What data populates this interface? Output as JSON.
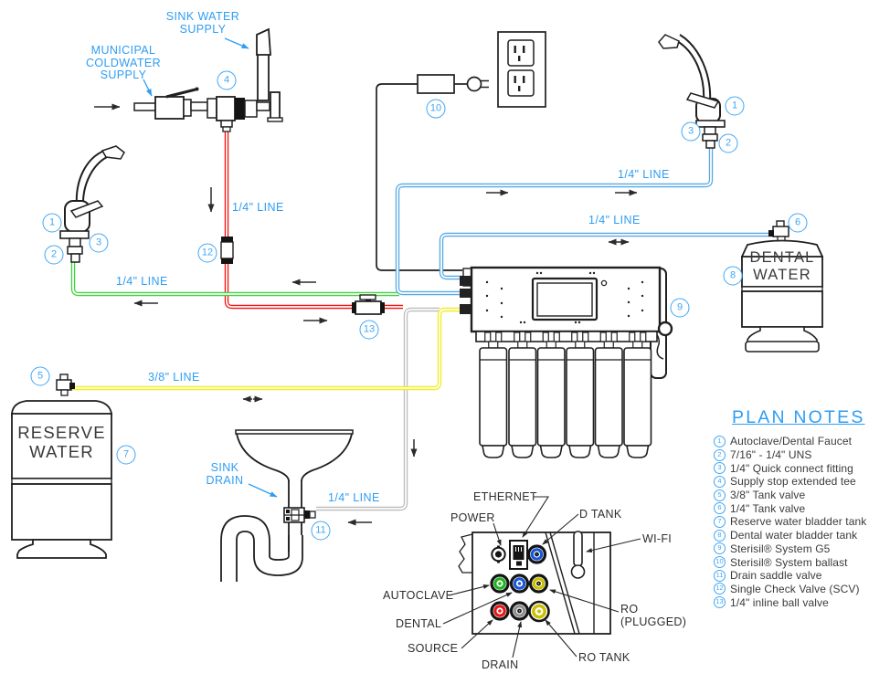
{
  "labels": {
    "sink_water_supply": [
      "SINK WATER",
      "SUPPLY"
    ],
    "municipal_supply": [
      "MUNICIPAL",
      "COLDWATER",
      "SUPPLY"
    ],
    "sink_drain": [
      "SINK",
      "DRAIN"
    ],
    "quarter_line": "1/4\" LINE",
    "three_eighths_line": "3/8\" LINE"
  },
  "tanks": {
    "dental": [
      "DENTAL",
      "WATER"
    ],
    "reserve": [
      "RESERVE",
      "WATER"
    ]
  },
  "panel": {
    "ethernet": "ETHERNET",
    "power": "POWER",
    "d_tank": "D TANK",
    "wifi": "WI-FI",
    "autoclave": "AUTOCLAVE",
    "dental": "DENTAL",
    "source": "SOURCE",
    "drain": "DRAIN",
    "ro_tank": "RO TANK",
    "ro_plugged": [
      "RO",
      "(PLUGGED)"
    ]
  },
  "callouts": {
    "n1": "1",
    "n2": "2",
    "n3": "3",
    "n4": "4",
    "n5": "5",
    "n6": "6",
    "n7": "7",
    "n8": "8",
    "n9": "9",
    "n10": "10",
    "n11": "11",
    "n12": "12",
    "n13": "13"
  },
  "plan_notes": {
    "title": "PLAN NOTES",
    "items": [
      {
        "num": "1",
        "text": "Autoclave/Dental Faucet"
      },
      {
        "num": "2",
        "text": "7/16\" - 1/4\" UNS"
      },
      {
        "num": "3",
        "text": "1/4\" Quick connect fitting"
      },
      {
        "num": "4",
        "text": "Supply stop extended tee"
      },
      {
        "num": "5",
        "text": "3/8\" Tank valve"
      },
      {
        "num": "6",
        "text": "1/4\" Tank valve"
      },
      {
        "num": "7",
        "text": "Reserve water bladder tank"
      },
      {
        "num": "8",
        "text": "Dental water bladder tank"
      },
      {
        "num": "9",
        "text": "Sterisil® System G5"
      },
      {
        "num": "10",
        "text": "Sterisil® System ballast"
      },
      {
        "num": "11",
        "text": "Drain saddle valve"
      },
      {
        "num": "12",
        "text": "Single Check Valve (SCV)"
      },
      {
        "num": "13",
        "text": "1/4\" inline ball valve"
      }
    ]
  },
  "colors": {
    "label_blue": "#2e9df3",
    "callout_blue": "#41a7f5",
    "tube_red": "#f21111",
    "tube_green": "#3ed33e",
    "tube_blue": "#58a9e2",
    "tube_yellow": "#f2ee16",
    "tube_gray": "#bcbcbc",
    "ring_green": "#1db31d",
    "ring_blue": "#1856d6",
    "ring_yellow": "#c9c000",
    "ring_red": "#e81717",
    "ring_gray": "#8f8f8f"
  }
}
